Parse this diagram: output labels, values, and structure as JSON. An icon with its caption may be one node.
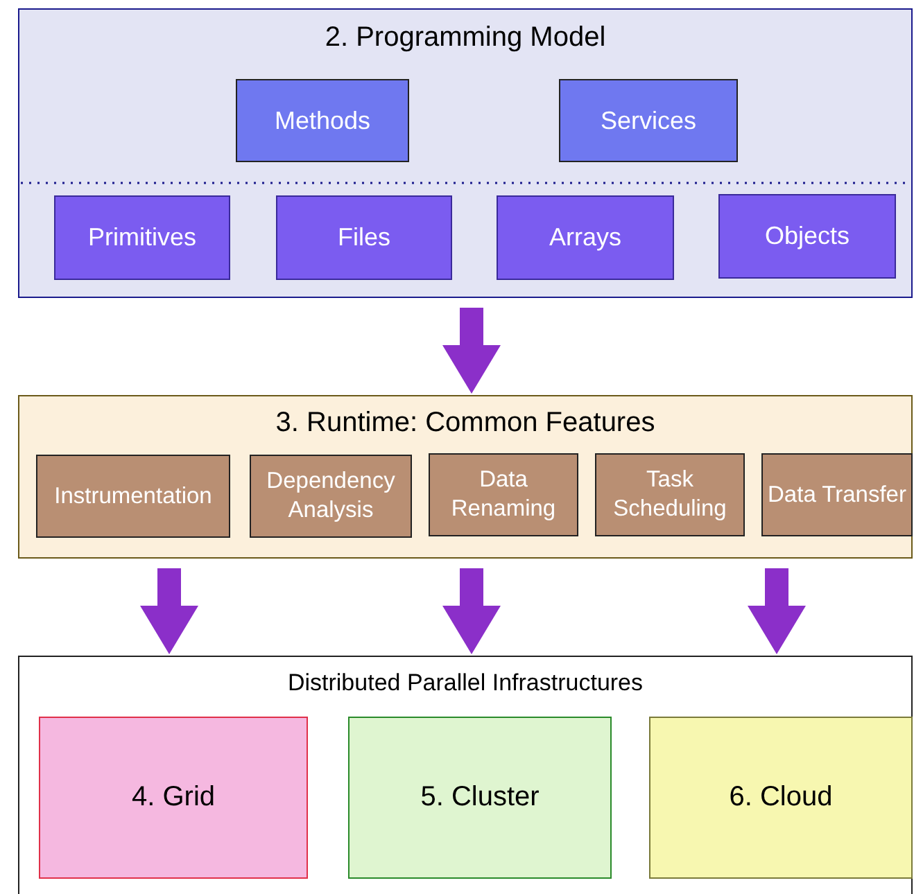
{
  "diagram": {
    "nodes": [
      {
        "text": [
          "2. Programming Model"
        ]
      },
      {
        "text": [
          "Methods"
        ],
        "in": 0
      },
      {
        "text": [
          "Services"
        ],
        "in": 0
      },
      {
        "text": [
          "Primitives"
        ],
        "in": 0
      },
      {
        "text": [
          "Files"
        ],
        "in": 0
      },
      {
        "text": [
          "Arrays"
        ],
        "in": 0
      },
      {
        "text": [
          "Objects"
        ],
        "in": 0
      },
      {
        "text": [
          "3. Runtime: Common Features"
        ]
      },
      {
        "text": [
          "Instrumentation"
        ],
        "in": 7
      },
      {
        "text": [
          "Dependency Analysis"
        ],
        "in": 7
      },
      {
        "text": [
          "Data Renaming"
        ],
        "in": 7
      },
      {
        "text": [
          "Task Scheduling"
        ],
        "in": 7
      },
      {
        "text": [
          "Data Transfer"
        ],
        "in": 7
      },
      {
        "text": [
          "Distributed Parallel Infrastructures"
        ]
      },
      {
        "text": [
          "4. Grid"
        ],
        "in": 13
      },
      {
        "text": [
          "5. Cluster"
        ],
        "in": 13
      },
      {
        "text": [
          "6. Cloud"
        ],
        "in": 13
      }
    ],
    "edges": [
      {
        "from": 0,
        "to": 7,
        "arrow": "to"
      },
      {
        "from": 7,
        "to": 13,
        "arrow": "to"
      },
      {
        "from": 7,
        "to": 13,
        "arrow": "to"
      },
      {
        "from": 7,
        "to": 13,
        "arrow": "to"
      }
    ]
  }
}
